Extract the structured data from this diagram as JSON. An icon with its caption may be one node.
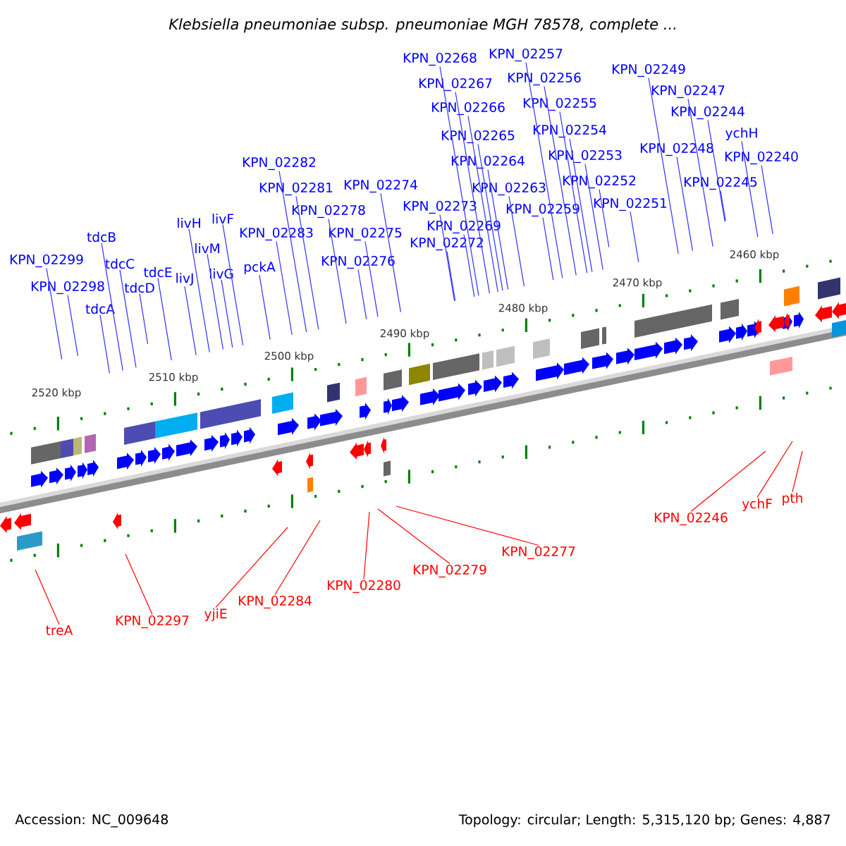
{
  "diagram": {
    "title": "*Klebsiella pneumoniae* subsp. *pneumoniae* MGH 78578, complete ...",
    "nodes": [
      {
        "text": [
          "KPN_02268"
        ]
      },
      {
        "text": [
          "KPN_02257"
        ]
      },
      {
        "text": [
          "KPN_02267"
        ]
      },
      {
        "text": [
          "KPN_02256"
        ]
      },
      {
        "text": [
          "KPN_02249"
        ]
      },
      {
        "text": [
          "KPN_02266"
        ]
      },
      {
        "text": [
          "KPN_02255"
        ]
      },
      {
        "text": [
          "KPN_02247"
        ]
      },
      {
        "text": [
          "KPN_02244"
        ]
      },
      {
        "text": [
          "KPN_02265"
        ]
      },
      {
        "text": [
          "KPN_02254"
        ]
      },
      {
        "text": [
          "ychH"
        ]
      },
      {
        "text": [
          "KPN_02248"
        ]
      },
      {
        "text": [
          "KPN_02264"
        ]
      },
      {
        "text": [
          "KPN_02253"
        ]
      },
      {
        "text": [
          "KPN_02240"
        ]
      },
      {
        "text": [
          "KPN_02282"
        ]
      },
      {
        "text": [
          "KPN_02252"
        ]
      },
      {
        "text": [
          "KPN_02245"
        ]
      },
      {
        "text": [
          "KPN_02274"
        ]
      },
      {
        "text": [
          "KPN_02263"
        ]
      },
      {
        "text": [
          "KPN_02281"
        ]
      },
      {
        "text": [
          "KPN_02278"
        ]
      },
      {
        "text": [
          "KPN_02259"
        ]
      },
      {
        "text": [
          "KPN_02251"
        ]
      },
      {
        "text": [
          "KPN_02273"
        ]
      },
      {
        "text": [
          "livF"
        ]
      },
      {
        "text": [
          "livH"
        ]
      },
      {
        "text": [
          "KPN_02269"
        ]
      },
      {
        "text": [
          "KPN_02283"
        ]
      },
      {
        "text": [
          "KPN_02275"
        ]
      },
      {
        "text": [
          "tdcB"
        ]
      },
      {
        "text": [
          "livM"
        ]
      },
      {
        "text": [
          "KPN_02272"
        ]
      },
      {
        "text": [
          "KPN_02299"
        ]
      },
      {
        "text": [
          "KPN_02276"
        ]
      },
      {
        "text": [
          "tdcC"
        ]
      },
      {
        "text": [
          "pckA"
        ]
      },
      {
        "text": [
          "tdcE"
        ]
      },
      {
        "text": [
          "livG"
        ]
      },
      {
        "text": [
          "livJ"
        ]
      },
      {
        "text": [
          "KPN_02298"
        ]
      },
      {
        "text": [
          "tdcD"
        ]
      },
      {
        "text": [
          "tdcA"
        ]
      },
      {
        "text": [
          "KPN_02277"
        ]
      },
      {
        "text": [
          "KPN_02246"
        ]
      },
      {
        "text": [
          "ychF"
        ]
      },
      {
        "text": [
          "pth"
        ]
      },
      {
        "text": [
          "KPN_02279"
        ]
      },
      {
        "text": [
          "KPN_02280"
        ]
      },
      {
        "text": [
          "KPN_02284"
        ]
      },
      {
        "text": [
          "yjiE"
        ]
      },
      {
        "text": [
          "KPN_02297"
        ]
      },
      {
        "text": [
          "treA"
        ]
      }
    ],
    "edges": [
      {
        "from": 0,
        "to": null,
        "arrow": "none"
      },
      {
        "from": 1,
        "to": null,
        "arrow": "none"
      },
      {
        "from": 2,
        "to": null,
        "arrow": "none"
      },
      {
        "from": 3,
        "to": null,
        "arrow": "none"
      },
      {
        "from": 4,
        "to": null,
        "arrow": "none"
      },
      {
        "from": 5,
        "to": null,
        "arrow": "none"
      },
      {
        "from": 6,
        "to": null,
        "arrow": "none"
      },
      {
        "from": 7,
        "to": null,
        "arrow": "none"
      },
      {
        "from": 8,
        "to": null,
        "arrow": "none"
      },
      {
        "from": 9,
        "to": null,
        "arrow": "none"
      },
      {
        "from": 10,
        "to": null,
        "arrow": "none"
      },
      {
        "from": 11,
        "to": null,
        "arrow": "none"
      },
      {
        "from": 12,
        "to": null,
        "arrow": "none"
      },
      {
        "from": 13,
        "to": null,
        "arrow": "none"
      },
      {
        "from": 14,
        "to": null,
        "arrow": "none"
      },
      {
        "from": 15,
        "to": null,
        "arrow": "none"
      },
      {
        "from": 16,
        "to": null,
        "arrow": "none"
      },
      {
        "from": 17,
        "to": null,
        "arrow": "none"
      },
      {
        "from": 18,
        "to": null,
        "arrow": "none"
      },
      {
        "from": 19,
        "to": null,
        "arrow": "none"
      },
      {
        "from": 20,
        "to": null,
        "arrow": "none"
      },
      {
        "from": 21,
        "to": null,
        "arrow": "none"
      },
      {
        "from": 22,
        "to": null,
        "arrow": "none"
      },
      {
        "from": 23,
        "to": null,
        "arrow": "none"
      },
      {
        "from": 24,
        "to": null,
        "arrow": "none"
      },
      {
        "from": 25,
        "to": null,
        "arrow": "none"
      },
      {
        "from": 26,
        "to": null,
        "arrow": "none"
      },
      {
        "from": 27,
        "to": null,
        "arrow": "none"
      },
      {
        "from": 28,
        "to": null,
        "arrow": "none"
      },
      {
        "from": 29,
        "to": null,
        "arrow": "none"
      },
      {
        "from": 30,
        "to": null,
        "arrow": "none"
      },
      {
        "from": 31,
        "to": null,
        "arrow": "none"
      },
      {
        "from": 32,
        "to": null,
        "arrow": "none"
      },
      {
        "from": 33,
        "to": null,
        "arrow": "none"
      },
      {
        "from": 34,
        "to": null,
        "arrow": "none"
      },
      {
        "from": 35,
        "to": null,
        "arrow": "none"
      },
      {
        "from": 36,
        "to": null,
        "arrow": "none"
      },
      {
        "from": 37,
        "to": null,
        "arrow": "none"
      },
      {
        "from": 38,
        "to": null,
        "arrow": "none"
      },
      {
        "from": 39,
        "to": null,
        "arrow": "none"
      },
      {
        "from": 40,
        "to": null,
        "arrow": "none"
      },
      {
        "from": 41,
        "to": null,
        "arrow": "none"
      },
      {
        "from": 42,
        "to": null,
        "arrow": "none"
      },
      {
        "from": 43,
        "to": null,
        "arrow": "none"
      },
      {
        "from": 44,
        "to": null,
        "arrow": "none",
        "color": "#ff0000"
      },
      {
        "from": 45,
        "to": null,
        "arrow": "none",
        "color": "#ff0000"
      },
      {
        "from": 46,
        "to": null,
        "arrow": "none",
        "color": "#ff0000"
      },
      {
        "from": 47,
        "to": null,
        "arrow": "none",
        "color": "#ff0000"
      },
      {
        "from": 48,
        "to": null,
        "arrow": "none",
        "color": "#ff0000"
      },
      {
        "from": 49,
        "to": null,
        "arrow": "none",
        "color": "#ff0000"
      },
      {
        "from": 50,
        "to": null,
        "arrow": "none",
        "color": "#ff0000"
      },
      {
        "from": 51,
        "to": null,
        "arrow": "none",
        "color": "#ff0000"
      },
      {
        "from": 52,
        "to": null,
        "arrow": "none",
        "color": "#ff0000"
      },
      {
        "from": 53,
        "to": null,
        "arrow": "none",
        "color": "#ff0000"
      }
    ],
    "labels": [
      "2460 kbp",
      "2470 kbp",
      "2480 kbp",
      "2490 kbp",
      "2500 kbp",
      "2510 kbp",
      "2520 kbp",
      "Accession: NC_009648",
      "Topology: circular; Length: 5,315,120 bp; Genes: 4,887"
    ]
  }
}
